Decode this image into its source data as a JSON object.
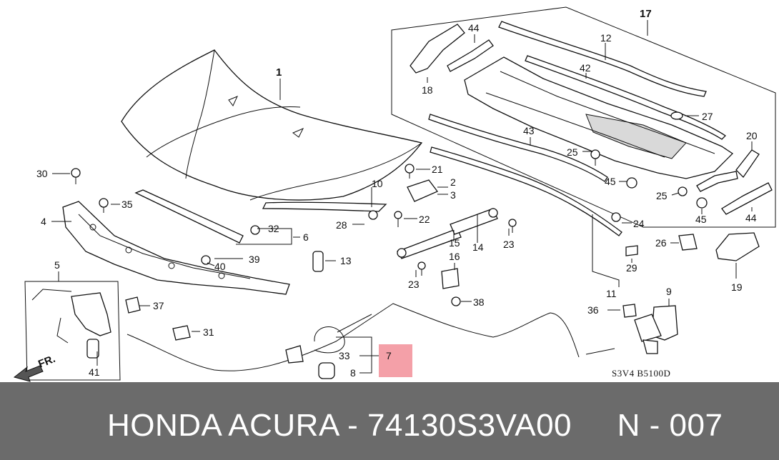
{
  "footer": {
    "text": "HONDA ACURA - 74130S3VA00     N - 007"
  },
  "diagram": {
    "code": "S3V4  B5100D",
    "front_marker": "FR.",
    "highlight_color": "#f4a0a8",
    "footer_color": "#6b6b6b",
    "labels": {
      "n1": "1",
      "n2": "2",
      "n3": "3",
      "n4": "4",
      "n5": "5",
      "n6": "6",
      "n7": "7",
      "n8": "8",
      "n9": "9",
      "n11": "11",
      "n12": "12",
      "n13": "13",
      "n14": "14",
      "n15": "15",
      "n16": "16",
      "n17": "17",
      "n18": "18",
      "n19": "19",
      "n20": "20",
      "n21": "21",
      "n22": "22",
      "n23a": "23",
      "n23b": "23",
      "n24": "24",
      "n25a": "25",
      "n25b": "25",
      "n26": "26",
      "n27": "27",
      "n28": "28",
      "n29": "29",
      "n30": "30",
      "n31": "31",
      "n32": "32",
      "n33": "33",
      "n35": "35",
      "n36": "36",
      "n37": "37",
      "n38": "38",
      "n39": "39",
      "n40": "40",
      "n41": "41",
      "n42": "42",
      "n43": "43",
      "n44a": "44",
      "n44b": "44",
      "n45a": "45",
      "n45b": "45"
    }
  }
}
